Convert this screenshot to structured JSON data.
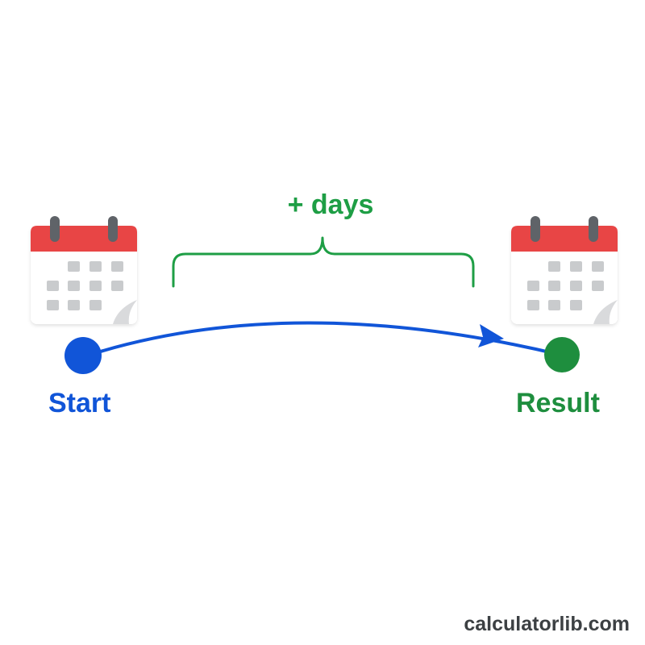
{
  "diagram": {
    "start_label": "Start",
    "result_label": "Result",
    "offset_label": "+ days",
    "watermark": "calculatorlib.com"
  },
  "icons": {
    "start_calendar": "calendar-icon",
    "result_calendar": "calendar-icon"
  },
  "colors": {
    "start": "#1155d8",
    "result": "#1e8e3e",
    "bracket": "#1e9e45",
    "calendar_header": "#e84545",
    "calendar_cell": "#c9cbcd",
    "watermark": "#3c4043"
  }
}
